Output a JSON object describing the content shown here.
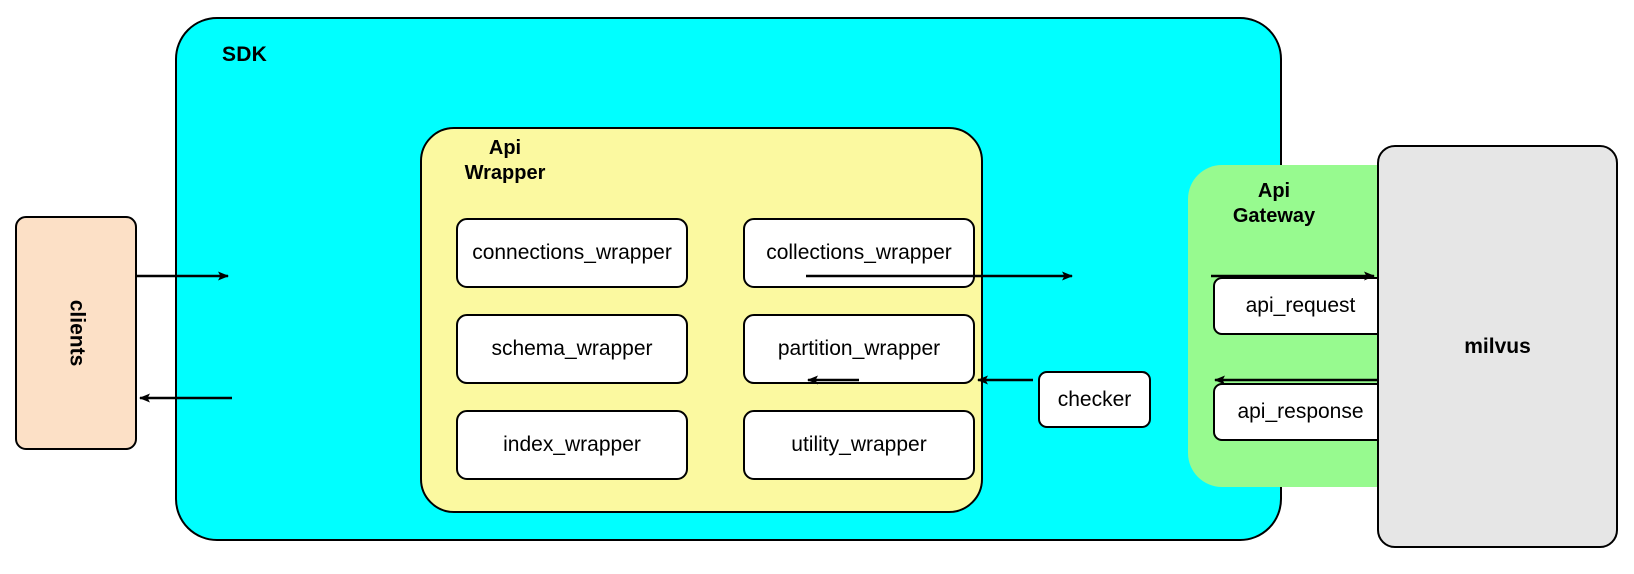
{
  "diagram": {
    "title_nodes": {
      "sdk": "SDK",
      "api_wrapper": "Api\nWrapper",
      "api_wrapper_line1": "Api",
      "api_wrapper_line2": "Wrapper",
      "api_gateway_line1": "Api",
      "api_gateway_line2": "Gateway"
    },
    "clients": {
      "label": "clients",
      "fill": "#fce0c6"
    },
    "milvus": {
      "label": "milvus",
      "fill": "#e6e6e6"
    },
    "checker": {
      "label": "checker",
      "fill": "#ffffff"
    },
    "sdk": {
      "label": "SDK",
      "fill": "#00ffff"
    },
    "api_wrapper": {
      "fill": "#fbf9a0",
      "boxes": [
        {
          "label": "connections_wrapper",
          "col": 0,
          "row": 0
        },
        {
          "label": "collections_wrapper",
          "col": 1,
          "row": 0
        },
        {
          "label": "schema_wrapper",
          "col": 0,
          "row": 1
        },
        {
          "label": "partition_wrapper",
          "col": 1,
          "row": 1
        },
        {
          "label": "index_wrapper",
          "col": 0,
          "row": 2
        },
        {
          "label": "utility_wrapper",
          "col": 1,
          "row": 2
        }
      ]
    },
    "api_gateway": {
      "fill": "#97fa8f",
      "boxes": [
        {
          "label": "api_request"
        },
        {
          "label": "api_response"
        }
      ]
    },
    "edges": [
      {
        "from": "clients",
        "to": "api_wrapper",
        "direction": "right"
      },
      {
        "from": "api_wrapper",
        "to": "api_gateway",
        "direction": "right"
      },
      {
        "from": "api_request",
        "to": "milvus",
        "direction": "right"
      },
      {
        "from": "milvus",
        "to": "api_response",
        "direction": "left"
      },
      {
        "from": "api_response",
        "to": "checker",
        "direction": "left"
      },
      {
        "from": "checker",
        "to": "api_wrapper",
        "direction": "left"
      },
      {
        "from": "api_wrapper",
        "to": "clients",
        "direction": "left"
      }
    ]
  }
}
